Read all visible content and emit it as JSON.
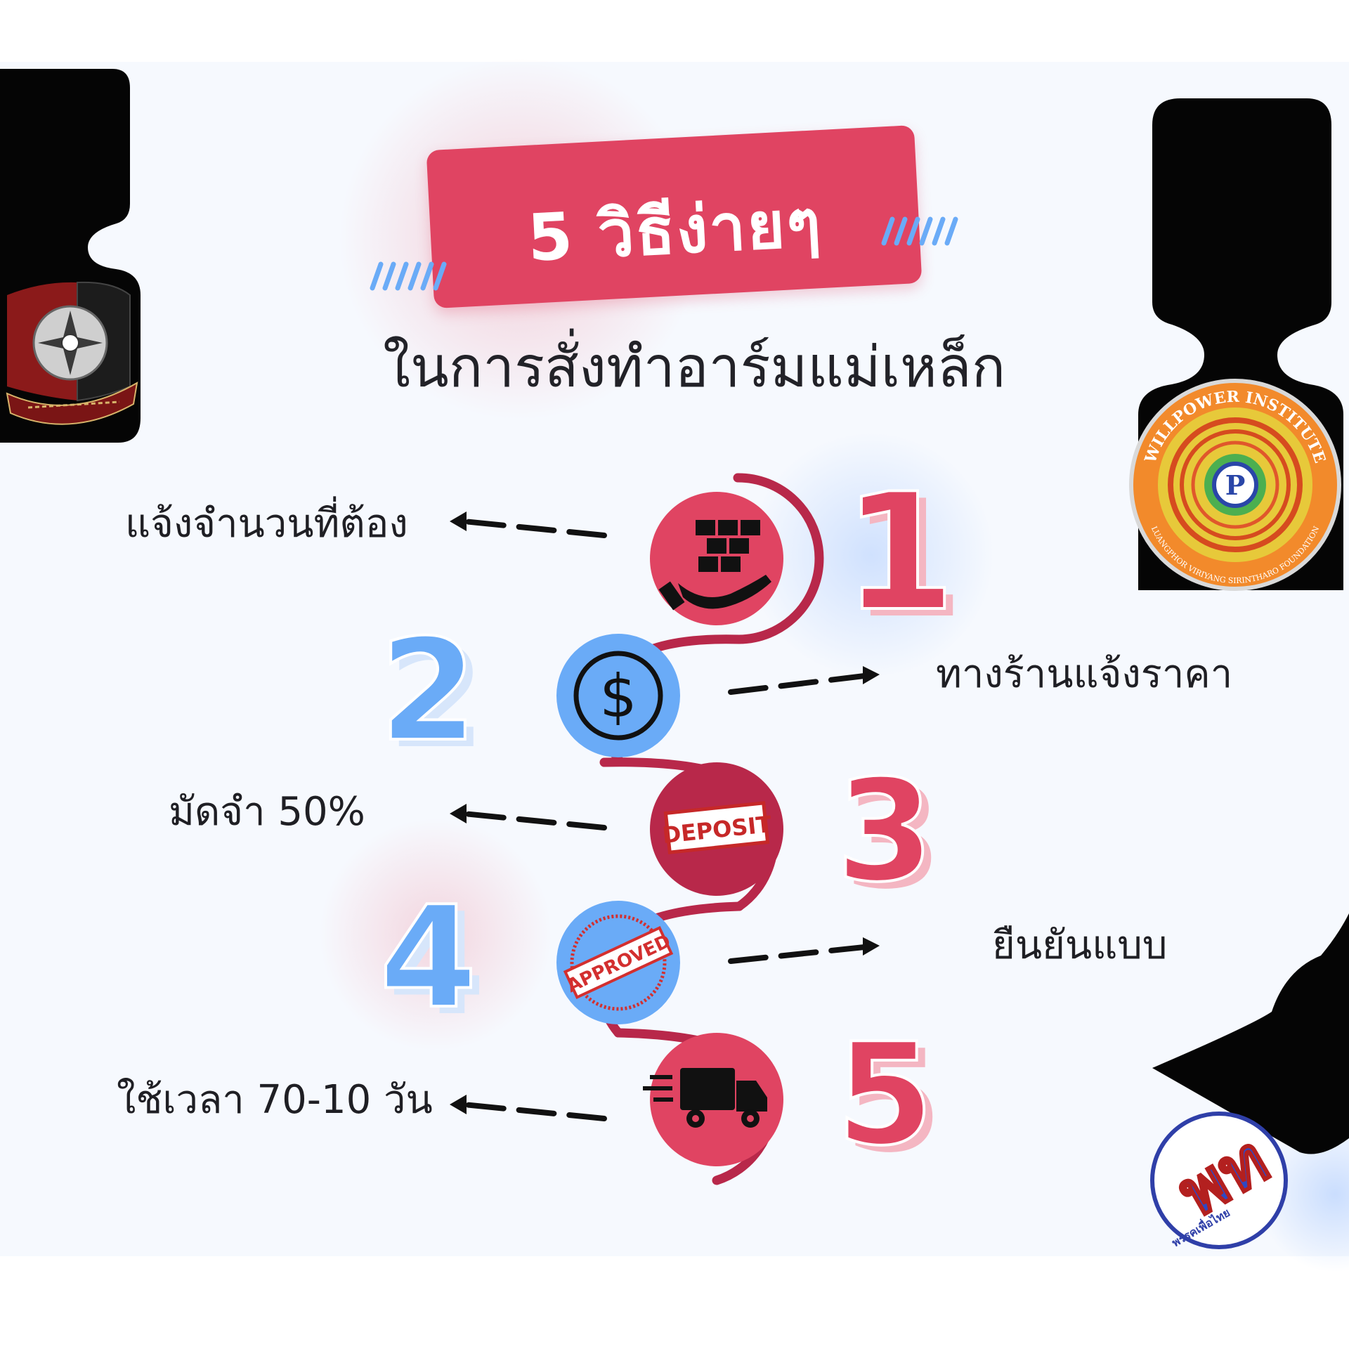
{
  "title": {
    "highlight": "5 วิธีง่ายๆ",
    "subtitle": "ในการสั่งทำอาร์มแม่เหล็ก"
  },
  "steps": [
    {
      "number": "1",
      "text": "แจ้งจำนวนที่ต้อง",
      "icon": "boxes-on-hand-icon",
      "color": "#e04462"
    },
    {
      "number": "2",
      "text": "ทางร้านแจ้งราคา",
      "icon": "dollar-coin-icon",
      "color": "#6aabf7"
    },
    {
      "number": "3",
      "text": "มัดจำ 50%",
      "icon": "deposit-stamp-icon",
      "color": "#b8284a",
      "stamp": "DEPOSIT"
    },
    {
      "number": "4",
      "text": "ยืนยันแบบ",
      "icon": "approved-stamp-icon",
      "color": "#6aabf7",
      "stamp": "APPROVED"
    },
    {
      "number": "5",
      "text": "ใช้เวลา 70-10 วัน",
      "icon": "delivery-truck-icon",
      "color": "#e04462"
    }
  ],
  "patches": {
    "left": {
      "icon": "shield-compass-emblem-icon"
    },
    "right": {
      "ring_text": "WILLPOWER INSTITUTE",
      "ring_text_bottom": "LUANGPHOR VIRIYANG SIRINTHARO FOUNDATION",
      "icon": "willpower-institute-logo-icon"
    },
    "bottom_right": {
      "icon": "party-logo-icon",
      "logo_text": "พท",
      "caption": "พรรคเพื่อไทย"
    }
  },
  "colors": {
    "pink": "#e04462",
    "crimson": "#b8284a",
    "blue": "#6aabf7",
    "ink": "#1f1f24"
  }
}
